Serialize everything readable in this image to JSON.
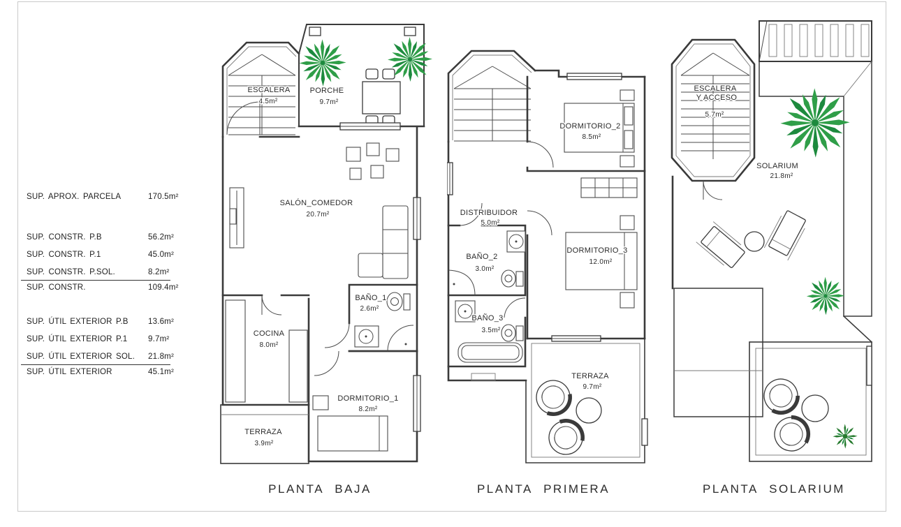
{
  "summary": {
    "rows": [
      {
        "label": "SUP. APROX. PARCELA",
        "value": "170.5m²"
      },
      {
        "label": "SUP. CONSTR. P.B",
        "value": "56.2m²"
      },
      {
        "label": "SUP. CONSTR. P.1",
        "value": "45.0m²"
      },
      {
        "label": "SUP. CONSTR. P.SOL.",
        "value": "8.2m²"
      },
      {
        "label": "SUP. CONSTR.",
        "value": "109.4m²"
      },
      {
        "label": "SUP. ÚTIL EXTERIOR P.B",
        "value": "13.6m²"
      },
      {
        "label": "SUP. ÚTIL EXTERIOR P.1",
        "value": "9.7m²"
      },
      {
        "label": "SUP. ÚTIL EXTERIOR SOL.",
        "value": "21.8m²"
      },
      {
        "label": "SUP. ÚTIL EXTERIOR",
        "value": "45.1m²"
      }
    ]
  },
  "plans": {
    "baja": {
      "caption": "PLANTA BAJA",
      "rooms": {
        "escalera": {
          "label": "ESCALERA",
          "area": "4.5m²"
        },
        "porche": {
          "label": "PORCHE",
          "area": "9.7m²"
        },
        "salon": {
          "label": "SALÓN_COMEDOR",
          "area": "20.7m²"
        },
        "cocina": {
          "label": "COCINA",
          "area": "8.0m²"
        },
        "bano1": {
          "label": "BAÑO_1",
          "area": "2.6m²"
        },
        "dormitorio1": {
          "label": "DORMITORIO_1",
          "area": "8.2m²"
        },
        "terraza": {
          "label": "TERRAZA",
          "area": "3.9m²"
        }
      }
    },
    "primera": {
      "caption": "PLANTA PRIMERA",
      "rooms": {
        "dormitorio2": {
          "label": "DORMITORIO_2",
          "area": "8.5m²"
        },
        "distribuidor": {
          "label": "DISTRIBUIDOR",
          "area": "5.0m²"
        },
        "bano2": {
          "label": "BAÑO_2",
          "area": "3.0m²"
        },
        "bano3": {
          "label": "BAÑO_3",
          "area": "3.5m²"
        },
        "dormitorio3": {
          "label": "DORMITORIO_3",
          "area": "12.0m²"
        },
        "terraza": {
          "label": "TERRAZA",
          "area": "9.7m²"
        }
      }
    },
    "solarium": {
      "caption": "PLANTA SOLARIUM",
      "rooms": {
        "escalera": {
          "line1": "ESCALERA",
          "line2": "Y ACCESO",
          "area": "5.7m²"
        },
        "solarium": {
          "label": "SOLARIUM",
          "area": "21.8m²"
        }
      }
    }
  },
  "colors": {
    "line": "#3a3a3a",
    "text": "#2b2b2b",
    "frame": "#c9c9c9",
    "palm": "#2f9e48",
    "palm_dark": "#1d8a3e",
    "bush": "#267a2e",
    "hatch": "#bdbdbd",
    "tile": "#9a9a9a"
  }
}
